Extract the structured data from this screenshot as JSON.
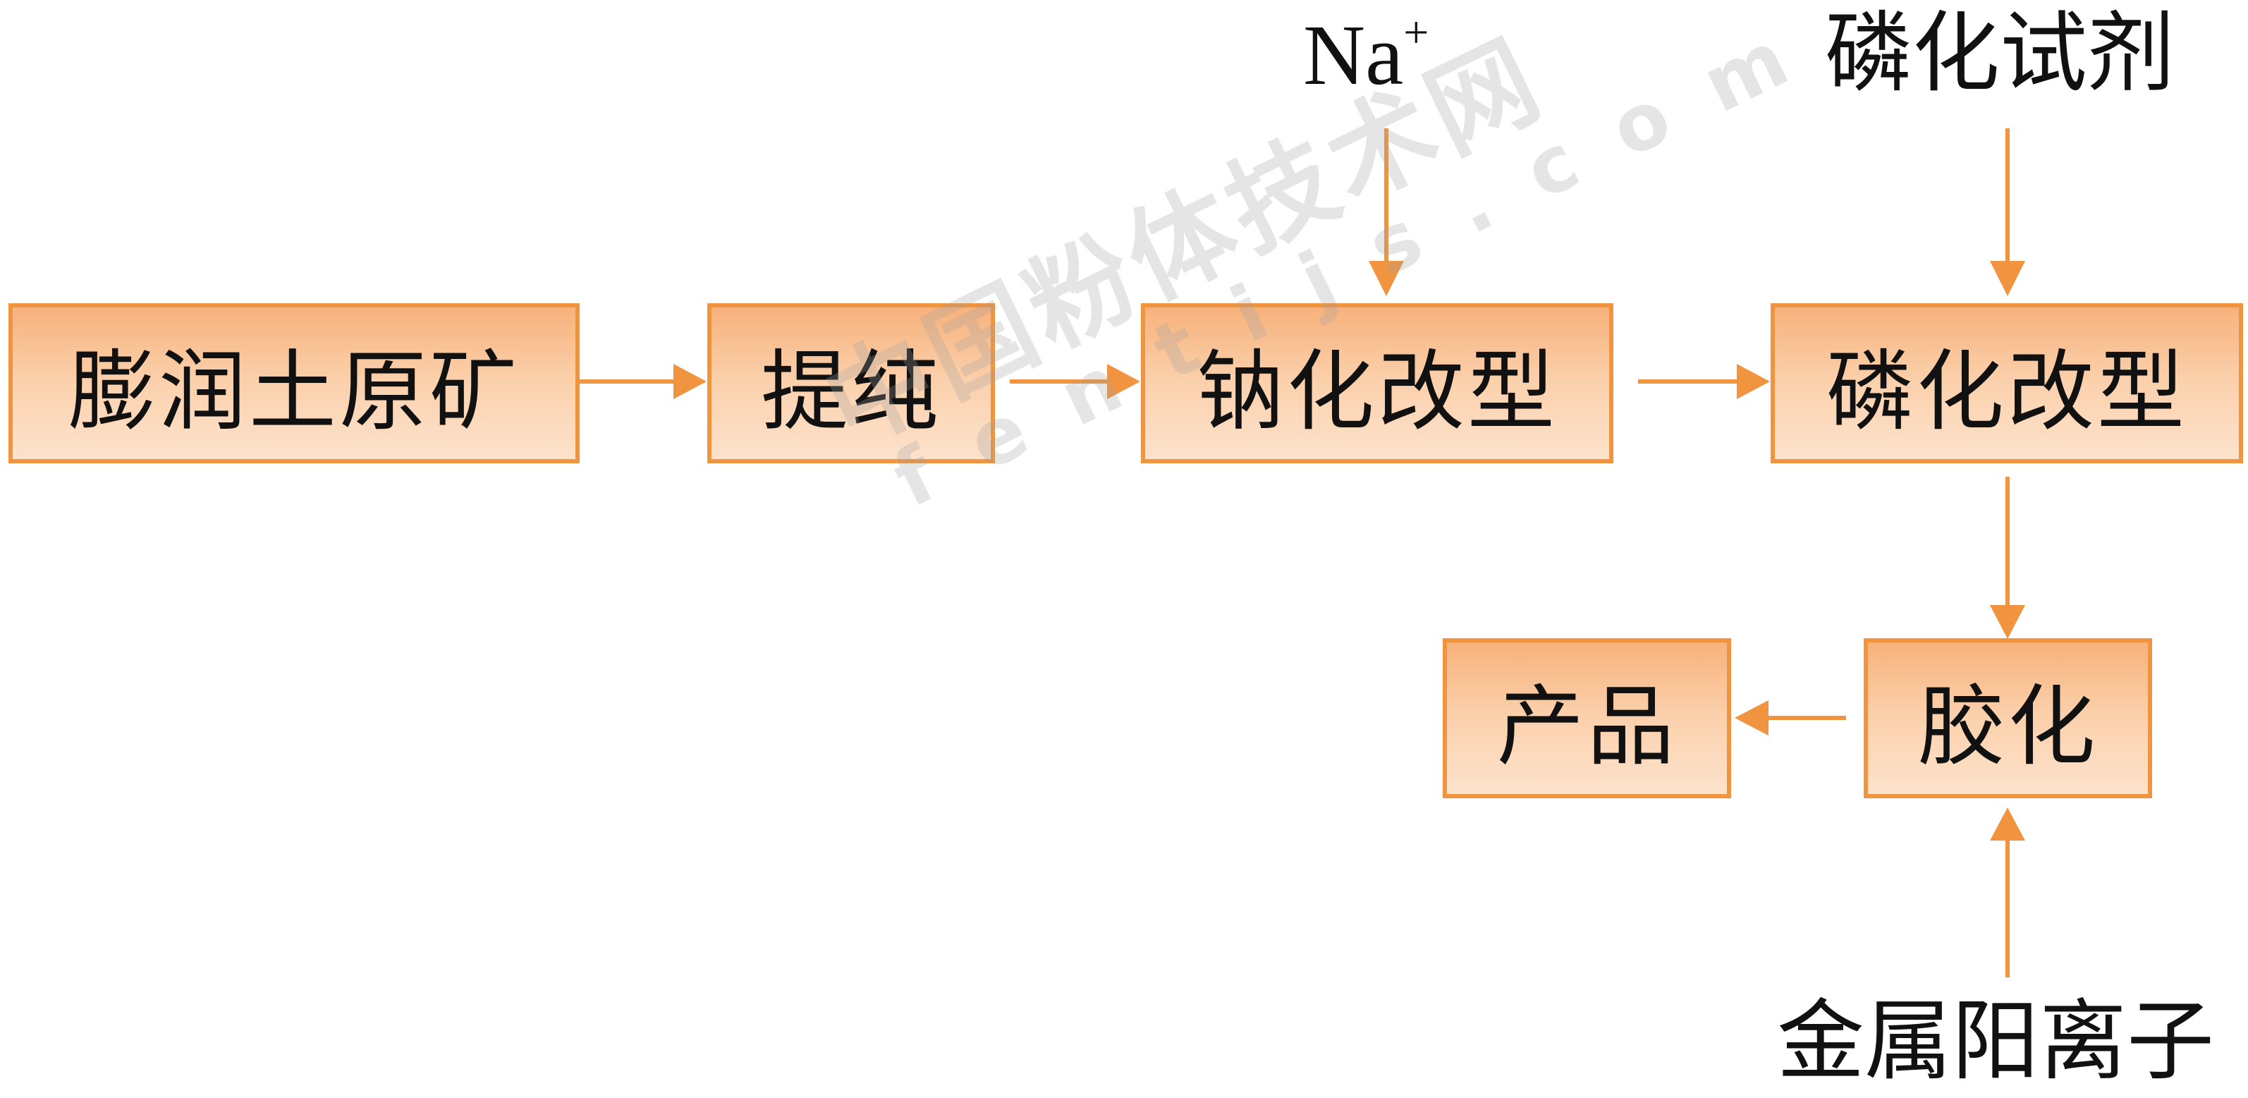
{
  "nodes": {
    "raw_ore": "膨润土原矿",
    "purify": "提纯",
    "sodium_mod": "钠化改型",
    "phos_mod": "磷化改型",
    "gel": "胶化",
    "product": "产品"
  },
  "inputs": {
    "sodium_ion": "Na",
    "sodium_charge": "+",
    "phos_reagent": "磷化试剂",
    "metal_cation": "金属阳离子"
  },
  "watermark": {
    "cn": "中国粉体技术网",
    "en": "fentijs.com"
  },
  "colors": {
    "arrow": "#f0943f",
    "box_border": "#f0943f",
    "box_fill_top": "#f7b27c",
    "box_fill_bottom": "#fde2cc"
  }
}
